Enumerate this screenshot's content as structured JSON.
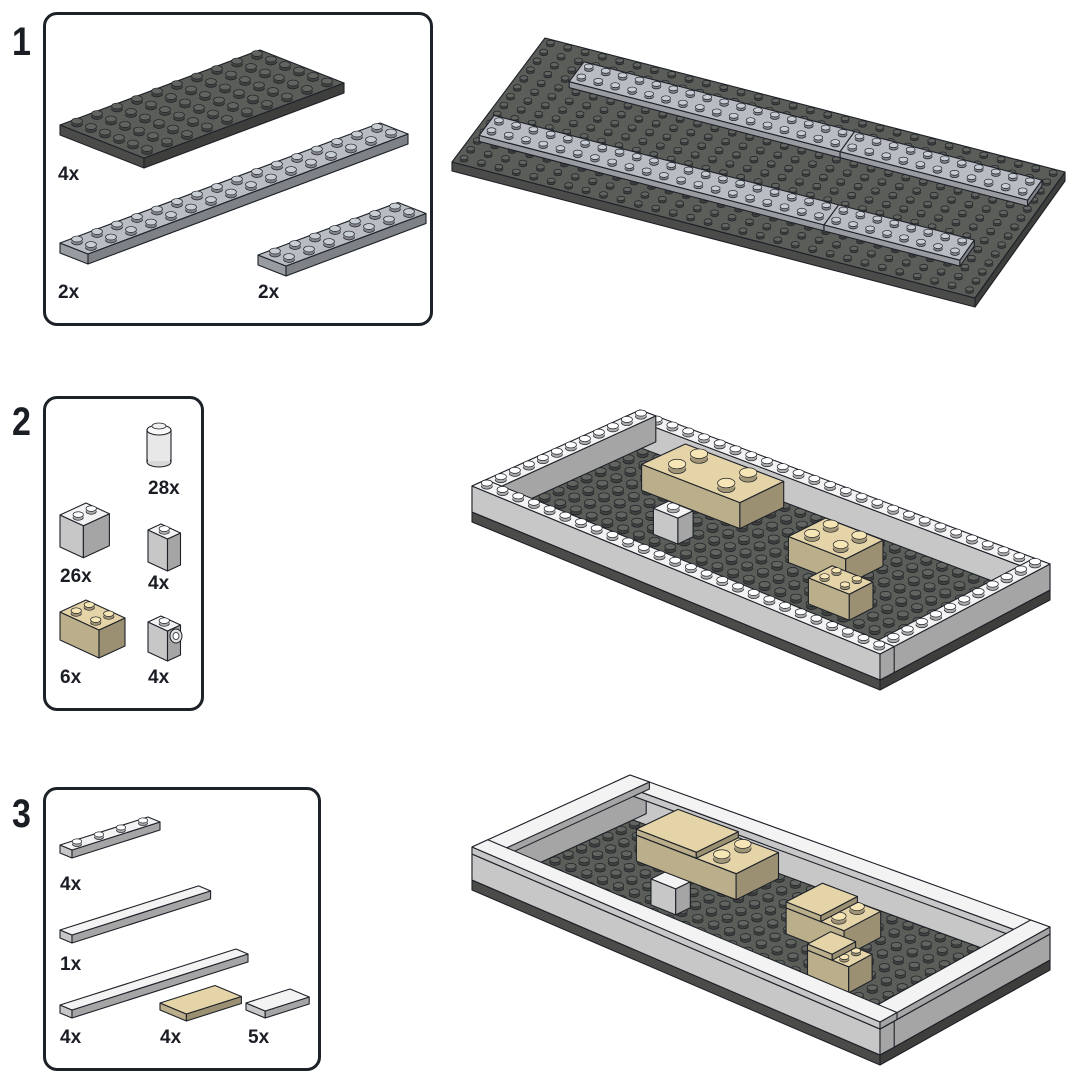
{
  "steps": [
    {
      "number": "1",
      "parts": [
        {
          "qty": "4x",
          "part": "dark-gray-plate"
        },
        {
          "qty": "2x",
          "part": "light-gray-long-plate"
        },
        {
          "qty": "2x",
          "part": "light-gray-short-plate"
        }
      ]
    },
    {
      "number": "2",
      "parts": [
        {
          "qty": "28x",
          "part": "white-round-brick-1x1"
        },
        {
          "qty": "26x",
          "part": "white-brick-1x2"
        },
        {
          "qty": "4x",
          "part": "white-brick-1x1"
        },
        {
          "qty": "6x",
          "part": "tan-brick-2x2"
        },
        {
          "qty": "4x",
          "part": "white-brick-1x1-side-stud"
        }
      ]
    },
    {
      "number": "3",
      "parts": [
        {
          "qty": "4x",
          "part": "white-plate-1x4"
        },
        {
          "qty": "1x",
          "part": "white-tile-1x6"
        },
        {
          "qty": "4x",
          "part": "white-tile-1x8"
        },
        {
          "qty": "4x",
          "part": "tan-tile-2x2"
        },
        {
          "qty": "5x",
          "part": "white-tile-1x2"
        }
      ]
    }
  ],
  "colors": {
    "dark": "#5b5d59",
    "light": "#b9bdc3",
    "white": "#f3f3f3",
    "tan": "#e4d4a8",
    "outline": "#1d2128"
  }
}
